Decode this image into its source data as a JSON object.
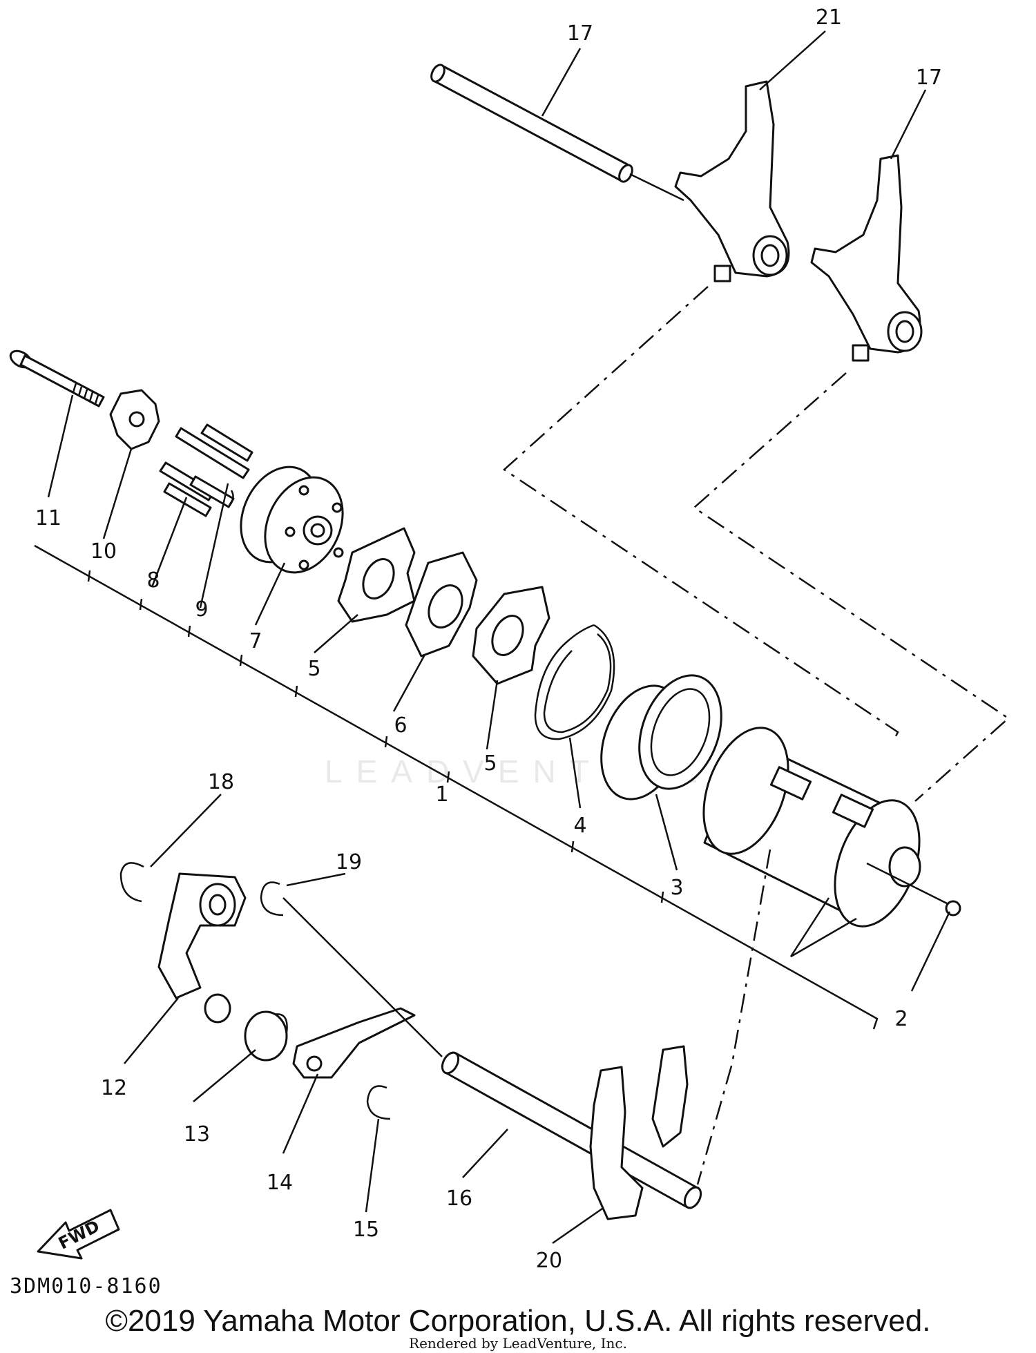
{
  "diagram": {
    "callouts": [
      {
        "id": "c1",
        "text": "1"
      },
      {
        "id": "c2",
        "text": "2"
      },
      {
        "id": "c3",
        "text": "3"
      },
      {
        "id": "c4",
        "text": "4"
      },
      {
        "id": "c5a",
        "text": "5"
      },
      {
        "id": "c5b",
        "text": "5"
      },
      {
        "id": "c6",
        "text": "6"
      },
      {
        "id": "c7",
        "text": "7"
      },
      {
        "id": "c8",
        "text": "8"
      },
      {
        "id": "c9",
        "text": "9"
      },
      {
        "id": "c10",
        "text": "10"
      },
      {
        "id": "c11",
        "text": "11"
      },
      {
        "id": "c12",
        "text": "12"
      },
      {
        "id": "c13",
        "text": "13"
      },
      {
        "id": "c14",
        "text": "14"
      },
      {
        "id": "c15",
        "text": "15"
      },
      {
        "id": "c16",
        "text": "16"
      },
      {
        "id": "c17a",
        "text": "17"
      },
      {
        "id": "c17b",
        "text": "17"
      },
      {
        "id": "c18",
        "text": "18"
      },
      {
        "id": "c19",
        "text": "19"
      },
      {
        "id": "c20",
        "text": "20"
      },
      {
        "id": "c21",
        "text": "21"
      }
    ],
    "fwd_label": "FWD",
    "watermark": "LEADVENTURE"
  },
  "footer": {
    "diagram_code": "3DM010-8160",
    "copyright": "©2019 Yamaha Motor Corporation, U.S.A. All rights reserved.",
    "rendered_by": "Rendered by LeadVenture, Inc."
  }
}
